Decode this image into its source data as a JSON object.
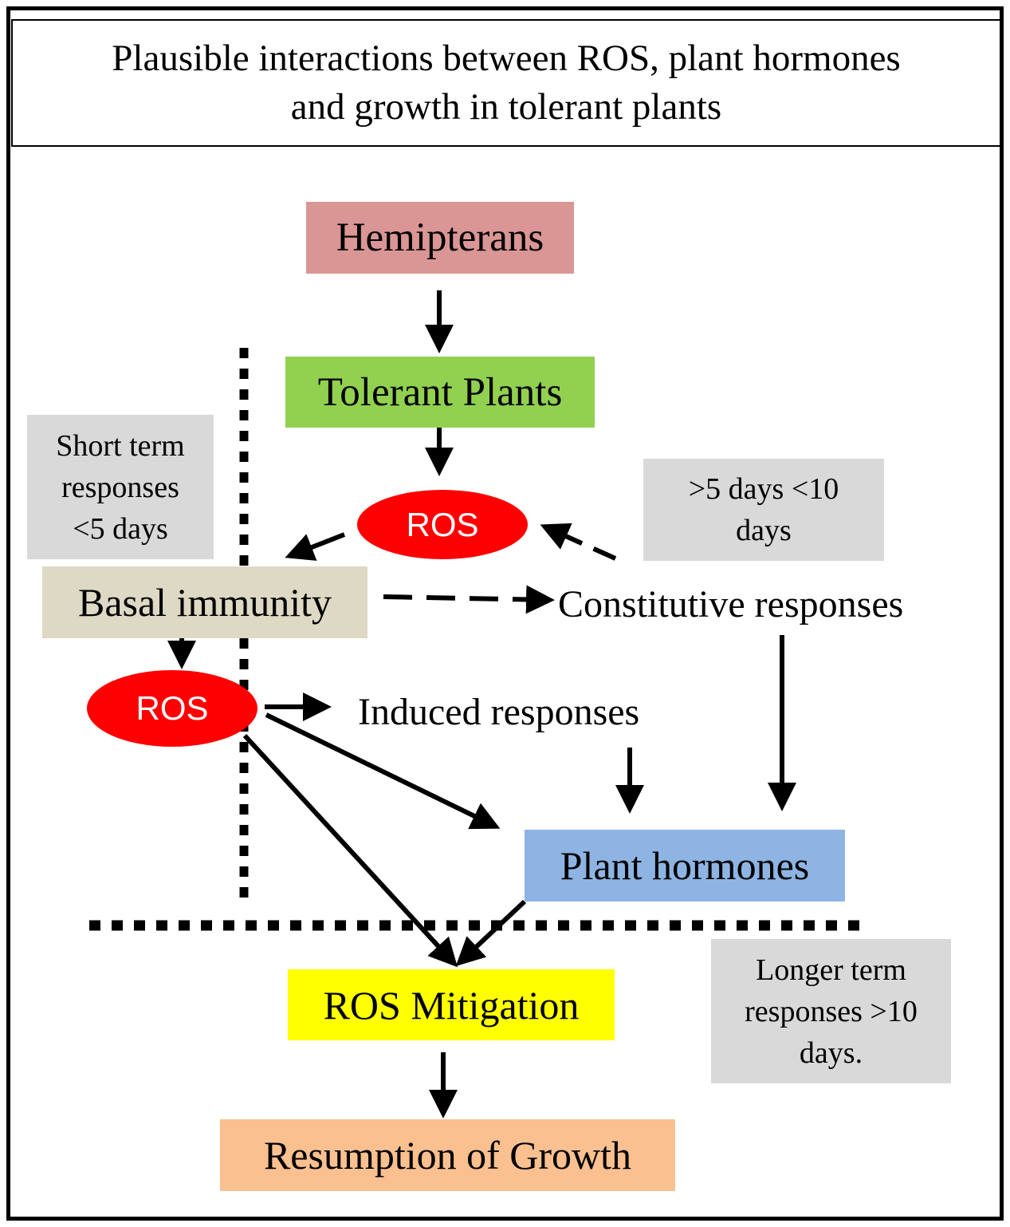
{
  "title": "Plausible interactions between ROS, plant hormones\nand growth in tolerant plants",
  "nodes": {
    "hemipterans": "Hemipterans",
    "tolerant_plants": "Tolerant Plants",
    "ros_top": "ROS",
    "basal_immunity": "Basal immunity",
    "ros_bottom": "ROS",
    "constitutive_responses": "Constitutive responses",
    "induced_responses": "Induced responses",
    "plant_hormones": "Plant hormones",
    "ros_mitigation": "ROS Mitigation",
    "resumption_of_growth": "Resumption of Growth"
  },
  "notes": {
    "short_term": "Short term\nresponses\n<5 days",
    "mid_term": ">5 days <10\ndays",
    "longer_term": "Longer term\nresponses >10\ndays."
  },
  "colors": {
    "hemipterans": "#d99694",
    "tolerant_plants": "#92d050",
    "ros": "#ff0000",
    "basal_immunity": "#ddd9c4",
    "plant_hormones": "#8eb4e3",
    "ros_mitigation": "#ffff00",
    "resumption_of_growth": "#fac090",
    "note_gray": "#d9d9d9"
  }
}
